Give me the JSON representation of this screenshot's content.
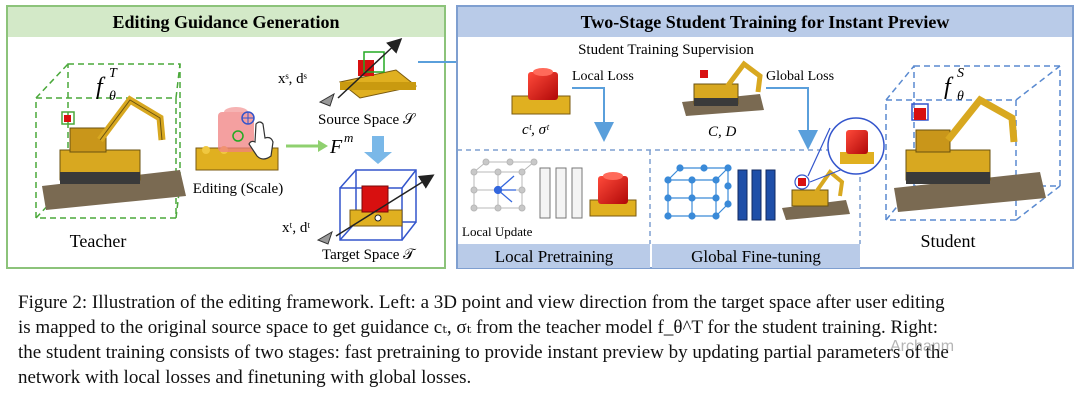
{
  "left_panel": {
    "title": "Editing Guidance Generation",
    "teacher_symbol": "f",
    "teacher_sub": "θ",
    "teacher_sup": "T",
    "teacher_label": "Teacher",
    "editing_label": "Editing (Scale)",
    "xs_label": "xˢ, dˢ",
    "source_label": "Source Space 𝒮",
    "mapping_label": "F",
    "mapping_sup": "m",
    "xt_label": "xᵗ, dᵗ",
    "target_label": "Target Space 𝒯"
  },
  "right_panel": {
    "title": "Two-Stage Student Training for Instant Preview",
    "supervision_label": "Student Training Supervision",
    "local_loss_label": "Local Loss",
    "global_loss_label": "Global Loss",
    "ct_label": "cᵗ, σᵗ",
    "cd_label": "C, D",
    "local_update_label": "Local Update",
    "local_pretraining_label": "Local Pretraining",
    "global_finetuning_label": "Global Fine-tuning",
    "student_symbol": "f",
    "student_sub": "θ",
    "student_sup": "S",
    "student_label": "Student"
  },
  "caption": {
    "line1": "Figure 2: Illustration of the editing framework. Left: a 3D point and view direction from the target space after user editing",
    "line2": "is mapped to the original source space to get guidance cₜ, σₜ from the teacher model f_θ^T for the student training. Right:",
    "line3": "the student training consists of two stages: fast pretraining to provide instant preview by updating partial parameters of the",
    "line4": "network with local losses and finetuning with global losses."
  },
  "watermark": "Archanm",
  "colors": {
    "left_border": "#8cc37a",
    "left_title_bg": "#d3e9c8",
    "right_border": "#7f9fd0",
    "right_title_bg": "#b9cbe8",
    "arrow_blue": "#5a9fdb",
    "arrow_green": "#8fd06f",
    "lego_yellow": "#e8b820",
    "lego_red": "#d81010"
  }
}
